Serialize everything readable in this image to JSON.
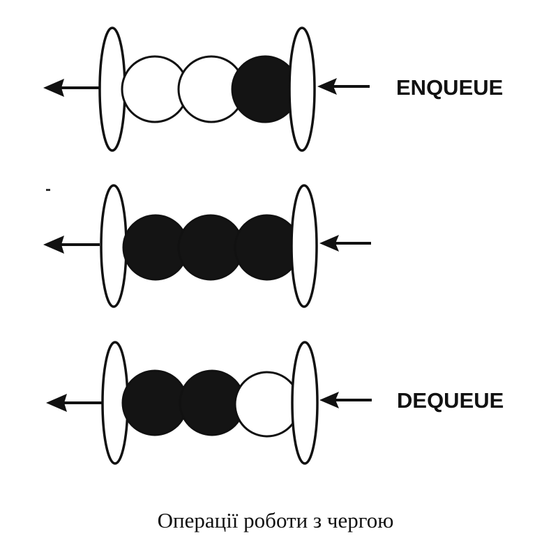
{
  "colors": {
    "ink": "#111111",
    "empty_ball": "#ffffff",
    "filled_ball": "#141414",
    "background": "#ffffff"
  },
  "rows": [
    {
      "label": "ENQUEUE",
      "balls": [
        "empty",
        "empty",
        "filled"
      ]
    },
    {
      "label": "",
      "balls": [
        "filled",
        "filled",
        "filled"
      ]
    },
    {
      "label": "DEQUEUE",
      "balls": [
        "filled",
        "filled",
        "empty"
      ]
    }
  ],
  "caption": "Операції роботи з чергою"
}
